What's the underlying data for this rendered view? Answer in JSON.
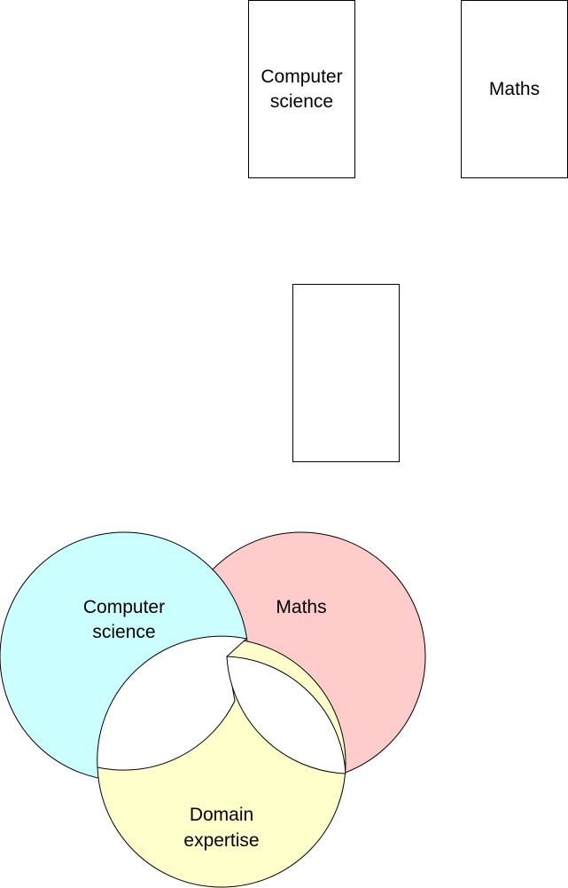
{
  "boxes": {
    "computer_science": "Computer\nscience",
    "maths": "Maths",
    "empty": ""
  },
  "venn": {
    "computer_science_line1": "Computer",
    "computer_science_line2": "science",
    "maths": "Maths",
    "domain_expertise_line1": "Domain",
    "domain_expertise_line2": "expertise"
  },
  "colors": {
    "computer_science": "#CCFFFF",
    "maths": "#FFCCCC",
    "domain_expertise": "#FFFFCC",
    "overlap": "#FFFFFF",
    "stroke": "#000000"
  }
}
